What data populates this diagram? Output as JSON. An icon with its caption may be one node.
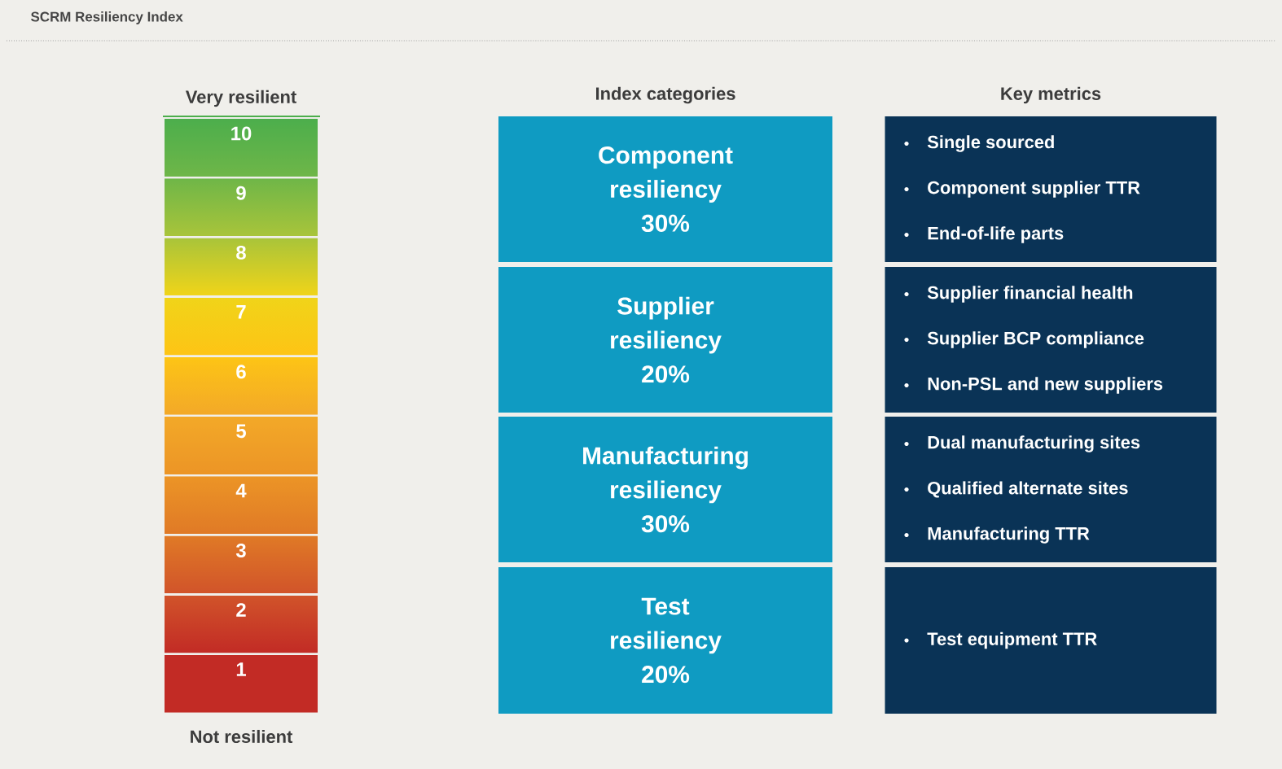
{
  "diagram": {
    "title": "SCRM Resiliency Index",
    "nodes": [
      {
        "text": [
          "10"
        ]
      },
      {
        "text": [
          "9"
        ]
      },
      {
        "text": [
          "8"
        ]
      },
      {
        "text": [
          "7"
        ]
      },
      {
        "text": [
          "6"
        ]
      },
      {
        "text": [
          "5"
        ]
      },
      {
        "text": [
          "4"
        ]
      },
      {
        "text": [
          "3"
        ]
      },
      {
        "text": [
          "2"
        ]
      },
      {
        "text": [
          "1"
        ]
      },
      {
        "text": [
          "Component resiliency 30%"
        ]
      },
      {
        "text": [
          "Supplier resiliency 20%"
        ]
      },
      {
        "text": [
          "Manufacturing resiliency 30%"
        ]
      },
      {
        "text": [
          "Test resiliency 20%"
        ]
      },
      {
        "text": [
          "Single sourced",
          "Component supplier TTR",
          "End-of-life parts"
        ]
      },
      {
        "text": [
          "Supplier financial health",
          "Supplier BCP compliance",
          "Non-PSL and new suppliers"
        ]
      },
      {
        "text": [
          "Dual manufacturing sites",
          "Qualified alternate sites",
          "Manufacturing TTR"
        ]
      },
      {
        "text": [
          "Test equipment TTR"
        ]
      }
    ],
    "labels": [
      "Very resilient",
      "Index categories",
      "Key metrics",
      "Not resilient"
    ]
  }
}
